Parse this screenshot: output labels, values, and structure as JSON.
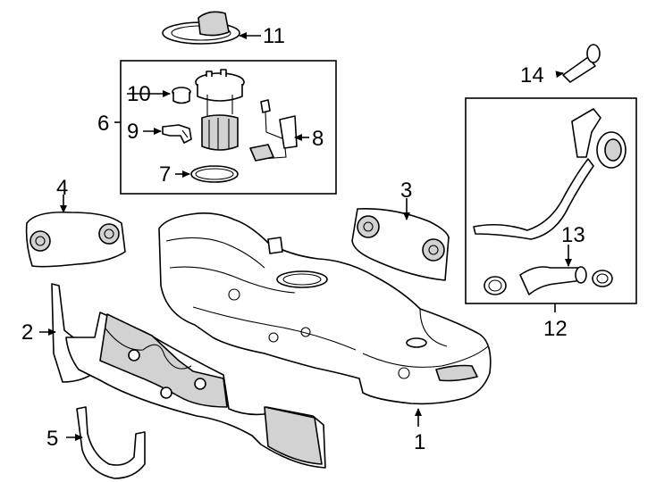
{
  "callouts": {
    "c1": "1",
    "c2": "2",
    "c3": "3",
    "c4": "4",
    "c5": "5",
    "c6": "6",
    "c7": "7",
    "c8": "8",
    "c9": "9",
    "c10": "10",
    "c11": "11",
    "c12": "12",
    "c13": "13",
    "c14": "14"
  },
  "colors": {
    "line": "#000000",
    "fill": "#ffffff",
    "shade": "#d2d2d2"
  }
}
